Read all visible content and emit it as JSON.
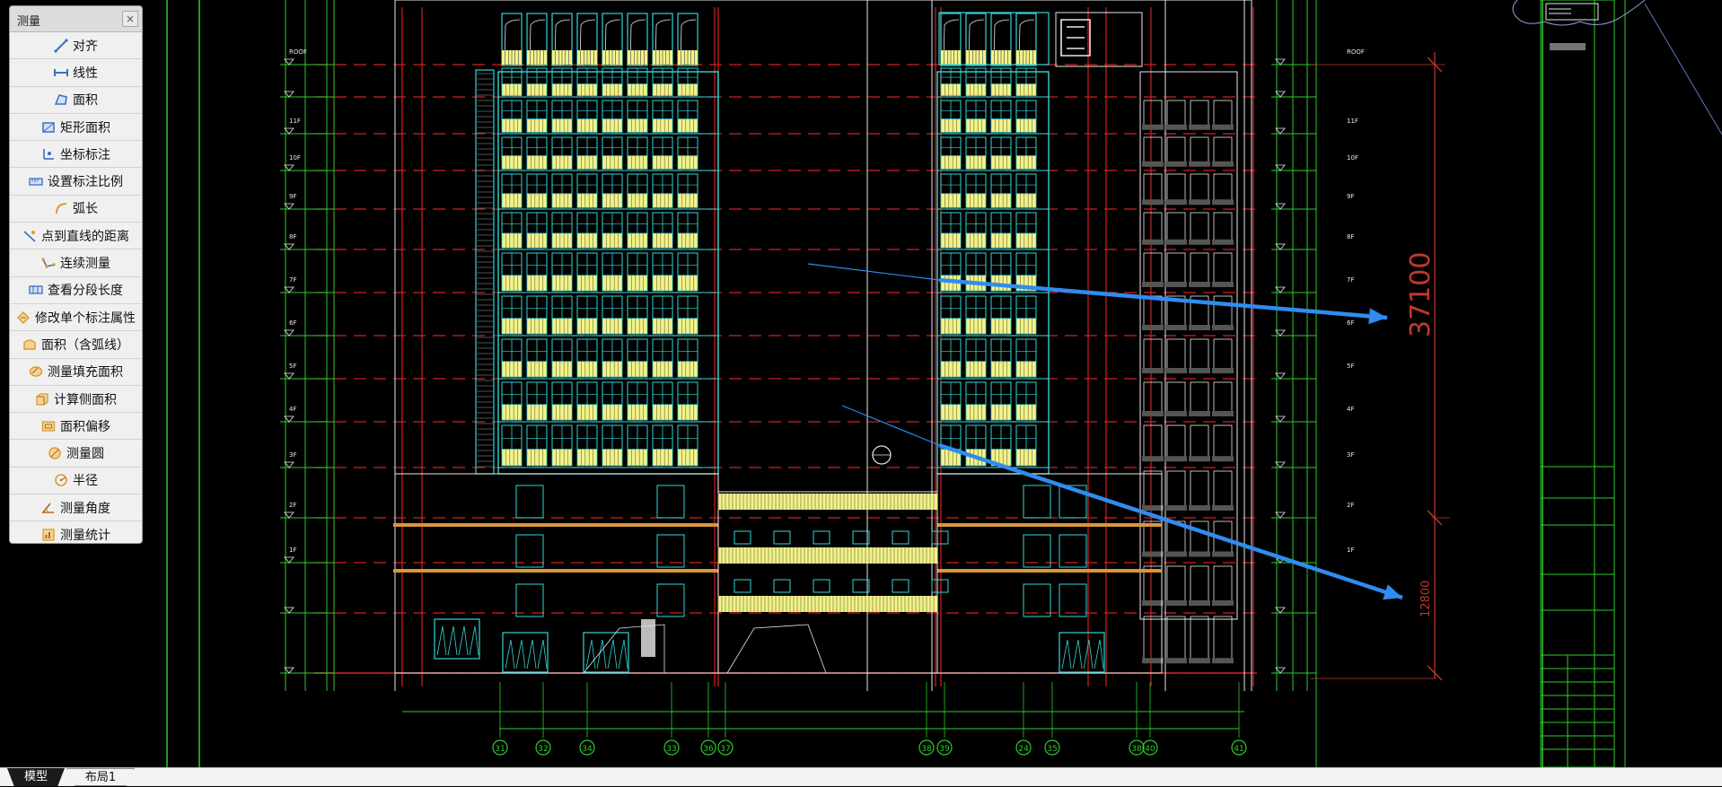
{
  "panel": {
    "title": "测量",
    "close_glyph": "×",
    "tools": [
      {
        "label": "对齐",
        "icon": "align-measure-icon"
      },
      {
        "label": "线性",
        "icon": "linear-measure-icon"
      },
      {
        "label": "面积",
        "icon": "area-icon"
      },
      {
        "label": "矩形面积",
        "icon": "rectangle-area-icon"
      },
      {
        "label": "坐标标注",
        "icon": "coordinate-icon"
      },
      {
        "label": "设置标注比例",
        "icon": "scale-icon"
      },
      {
        "label": "弧长",
        "icon": "arc-length-icon"
      },
      {
        "label": "点到直线的距离",
        "icon": "point-line-distance-icon"
      },
      {
        "label": "连续测量",
        "icon": "continuous-measure-icon"
      },
      {
        "label": "查看分段长度",
        "icon": "segment-length-icon"
      },
      {
        "label": "修改单个标注属性",
        "icon": "edit-dimension-icon"
      },
      {
        "label": "面积（含弧线）",
        "icon": "arc-area-icon"
      },
      {
        "label": "测量填充面积",
        "icon": "fill-area-icon"
      },
      {
        "label": "计算侧面积",
        "icon": "side-area-icon"
      },
      {
        "label": "面积偏移",
        "icon": "area-offset-icon"
      },
      {
        "label": "测量圆",
        "icon": "circle-icon"
      },
      {
        "label": "半径",
        "icon": "radius-icon"
      },
      {
        "label": "测量角度",
        "icon": "angle-icon"
      },
      {
        "label": "测量统计",
        "icon": "statistics-icon"
      }
    ]
  },
  "drawing": {
    "dimension_large": "37100",
    "dimension_small": "12800",
    "floor_labels": [
      "ROOF",
      "11F",
      "10F",
      "9F",
      "8F",
      "7F",
      "6F",
      "5F",
      "4F",
      "3F",
      "2F",
      "1F"
    ],
    "axis_labels": [
      "31",
      "32",
      "34",
      "33",
      "36",
      "37",
      "38",
      "39",
      "24",
      "35",
      "38",
      "40",
      "41"
    ]
  },
  "tabs": {
    "model": "模型",
    "layout": "布局1"
  },
  "colors": {
    "background": "#000000",
    "grid_red": "#d42020",
    "green": "#2ecc2e",
    "cyan": "#33d6d6",
    "yellow_fill": "#f2f28a",
    "white": "#e8e8e8",
    "arrow_blue": "#2f8cf0",
    "dimension_red": "#c0392b"
  }
}
